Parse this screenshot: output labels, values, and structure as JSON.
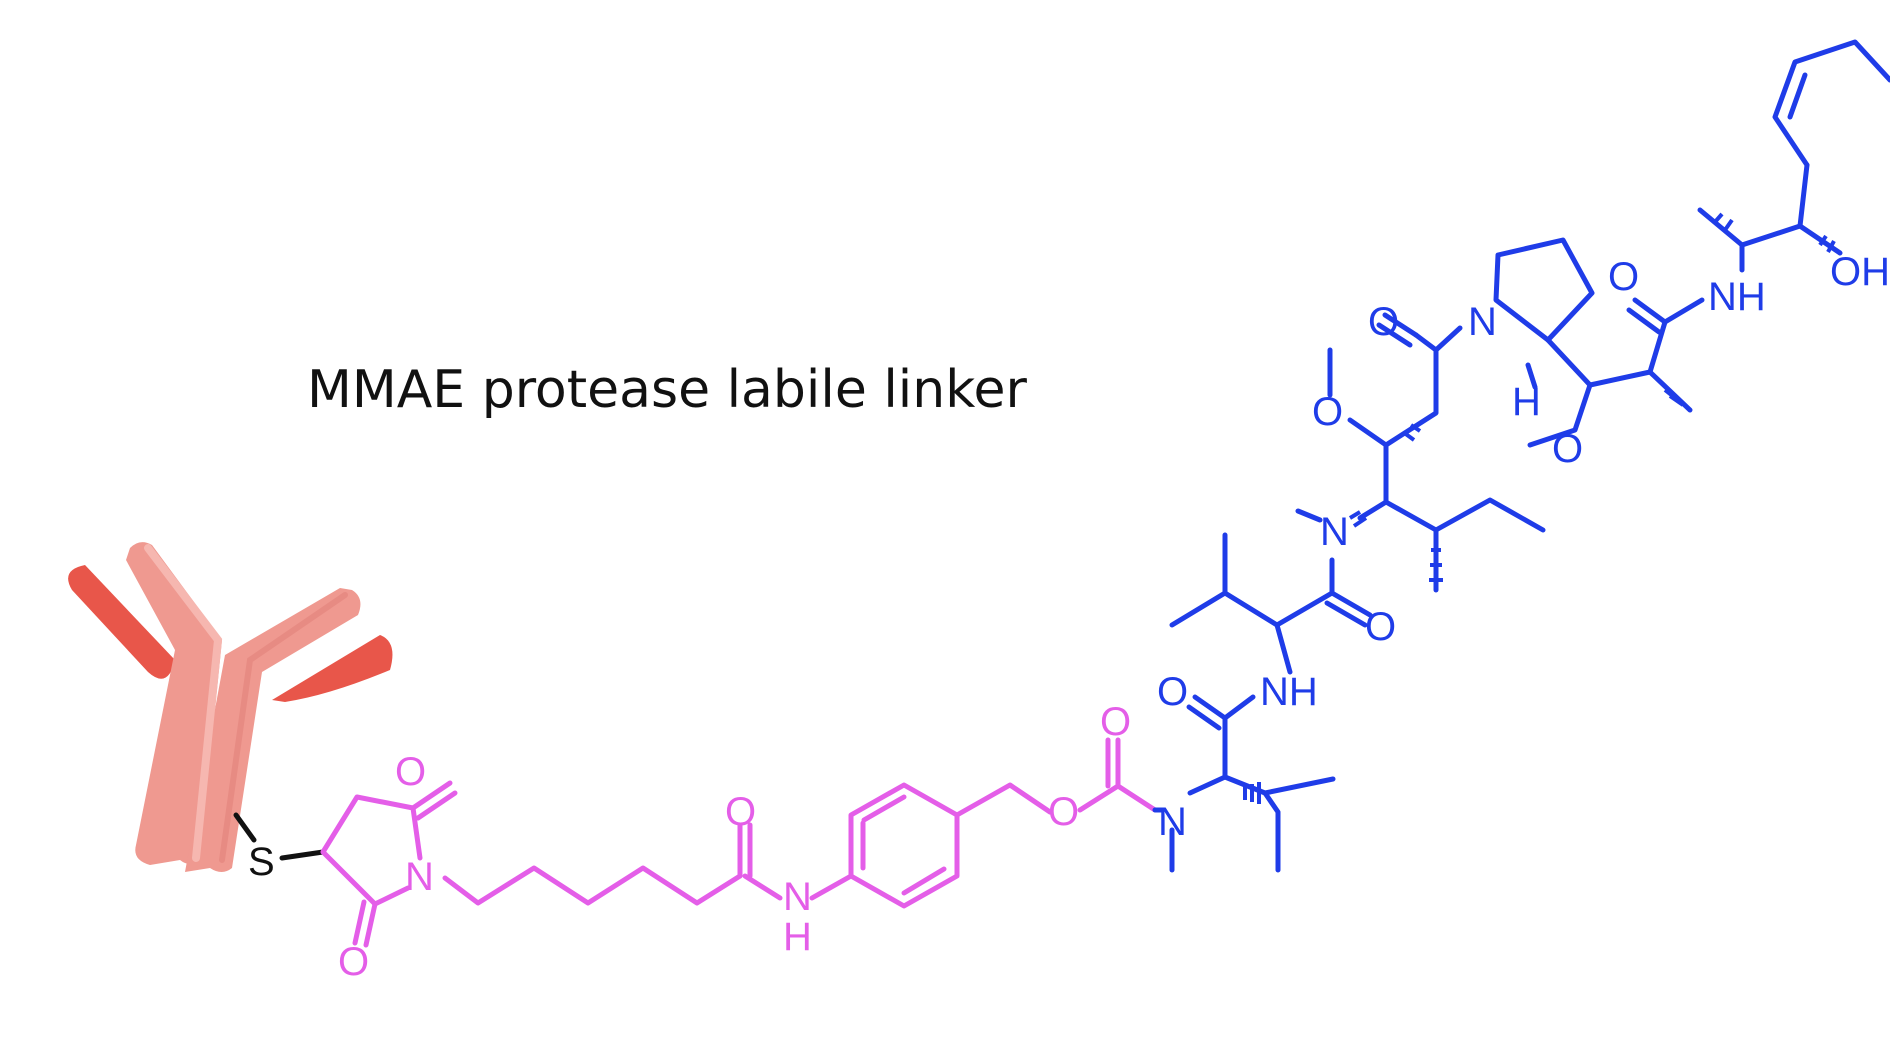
{
  "title": "MMAE protease labile linker",
  "colors": {
    "drug": "#1f3ce8",
    "linker": "#e45ee8",
    "thioether": "#111111",
    "antibody_heavy": "#ef9990",
    "antibody_light": "#e8564a",
    "title_text": "#111111"
  },
  "atoms": {
    "sulfur": "S",
    "nitrogen": "N",
    "oxygen": "O",
    "hydrogen": "H",
    "amide_nh": "NH",
    "hydroxyl": "OH"
  },
  "icons": {
    "antibody": "antibody-icon"
  }
}
